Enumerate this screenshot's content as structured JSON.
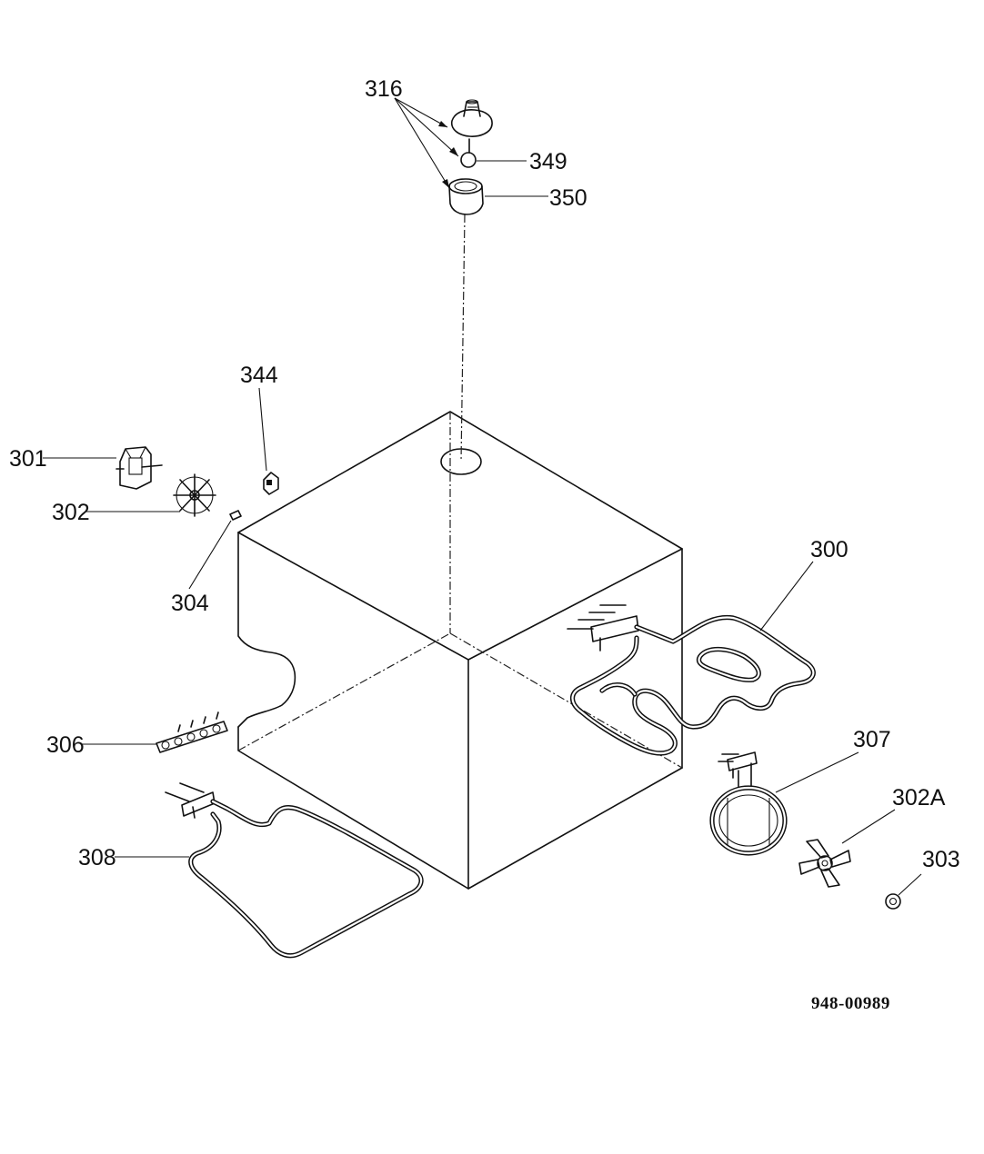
{
  "diagram": {
    "document_code": "948-00989",
    "labels": {
      "l316": "316",
      "l349": "349",
      "l350": "350",
      "l344": "344",
      "l301": "301",
      "l302": "302",
      "l304": "304",
      "l300": "300",
      "l306": "306",
      "l307": "307",
      "l302A": "302A",
      "l308": "308",
      "l303": "303"
    }
  }
}
